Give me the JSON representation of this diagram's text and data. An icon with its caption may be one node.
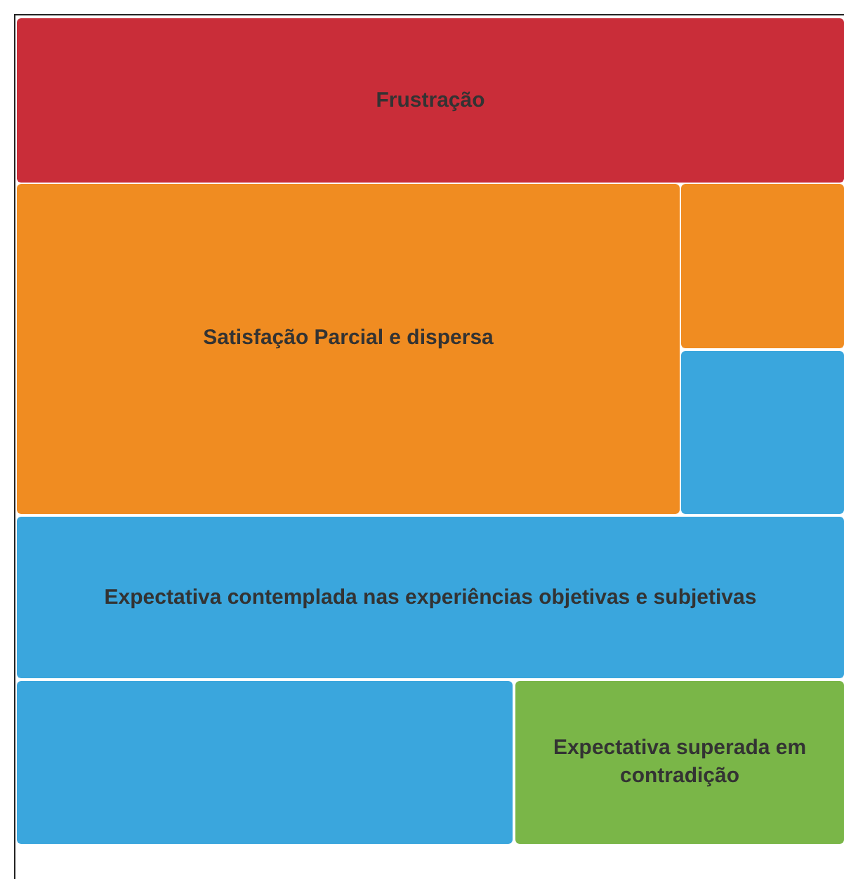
{
  "diagram": {
    "nodes": [
      {
        "text": [
          "Frustração"
        ]
      },
      {
        "text": [
          "Satisfação Parcial e dispersa"
        ]
      },
      {
        "text": [],
        "shape": "box"
      },
      {
        "text": [],
        "shape": "box"
      },
      {
        "text": [
          "Expectativa contemplada nas experiências objetivas e subjetivas"
        ]
      },
      {
        "text": [],
        "shape": "box"
      },
      {
        "text": [
          "Expectativa superada em contradição"
        ]
      }
    ]
  }
}
